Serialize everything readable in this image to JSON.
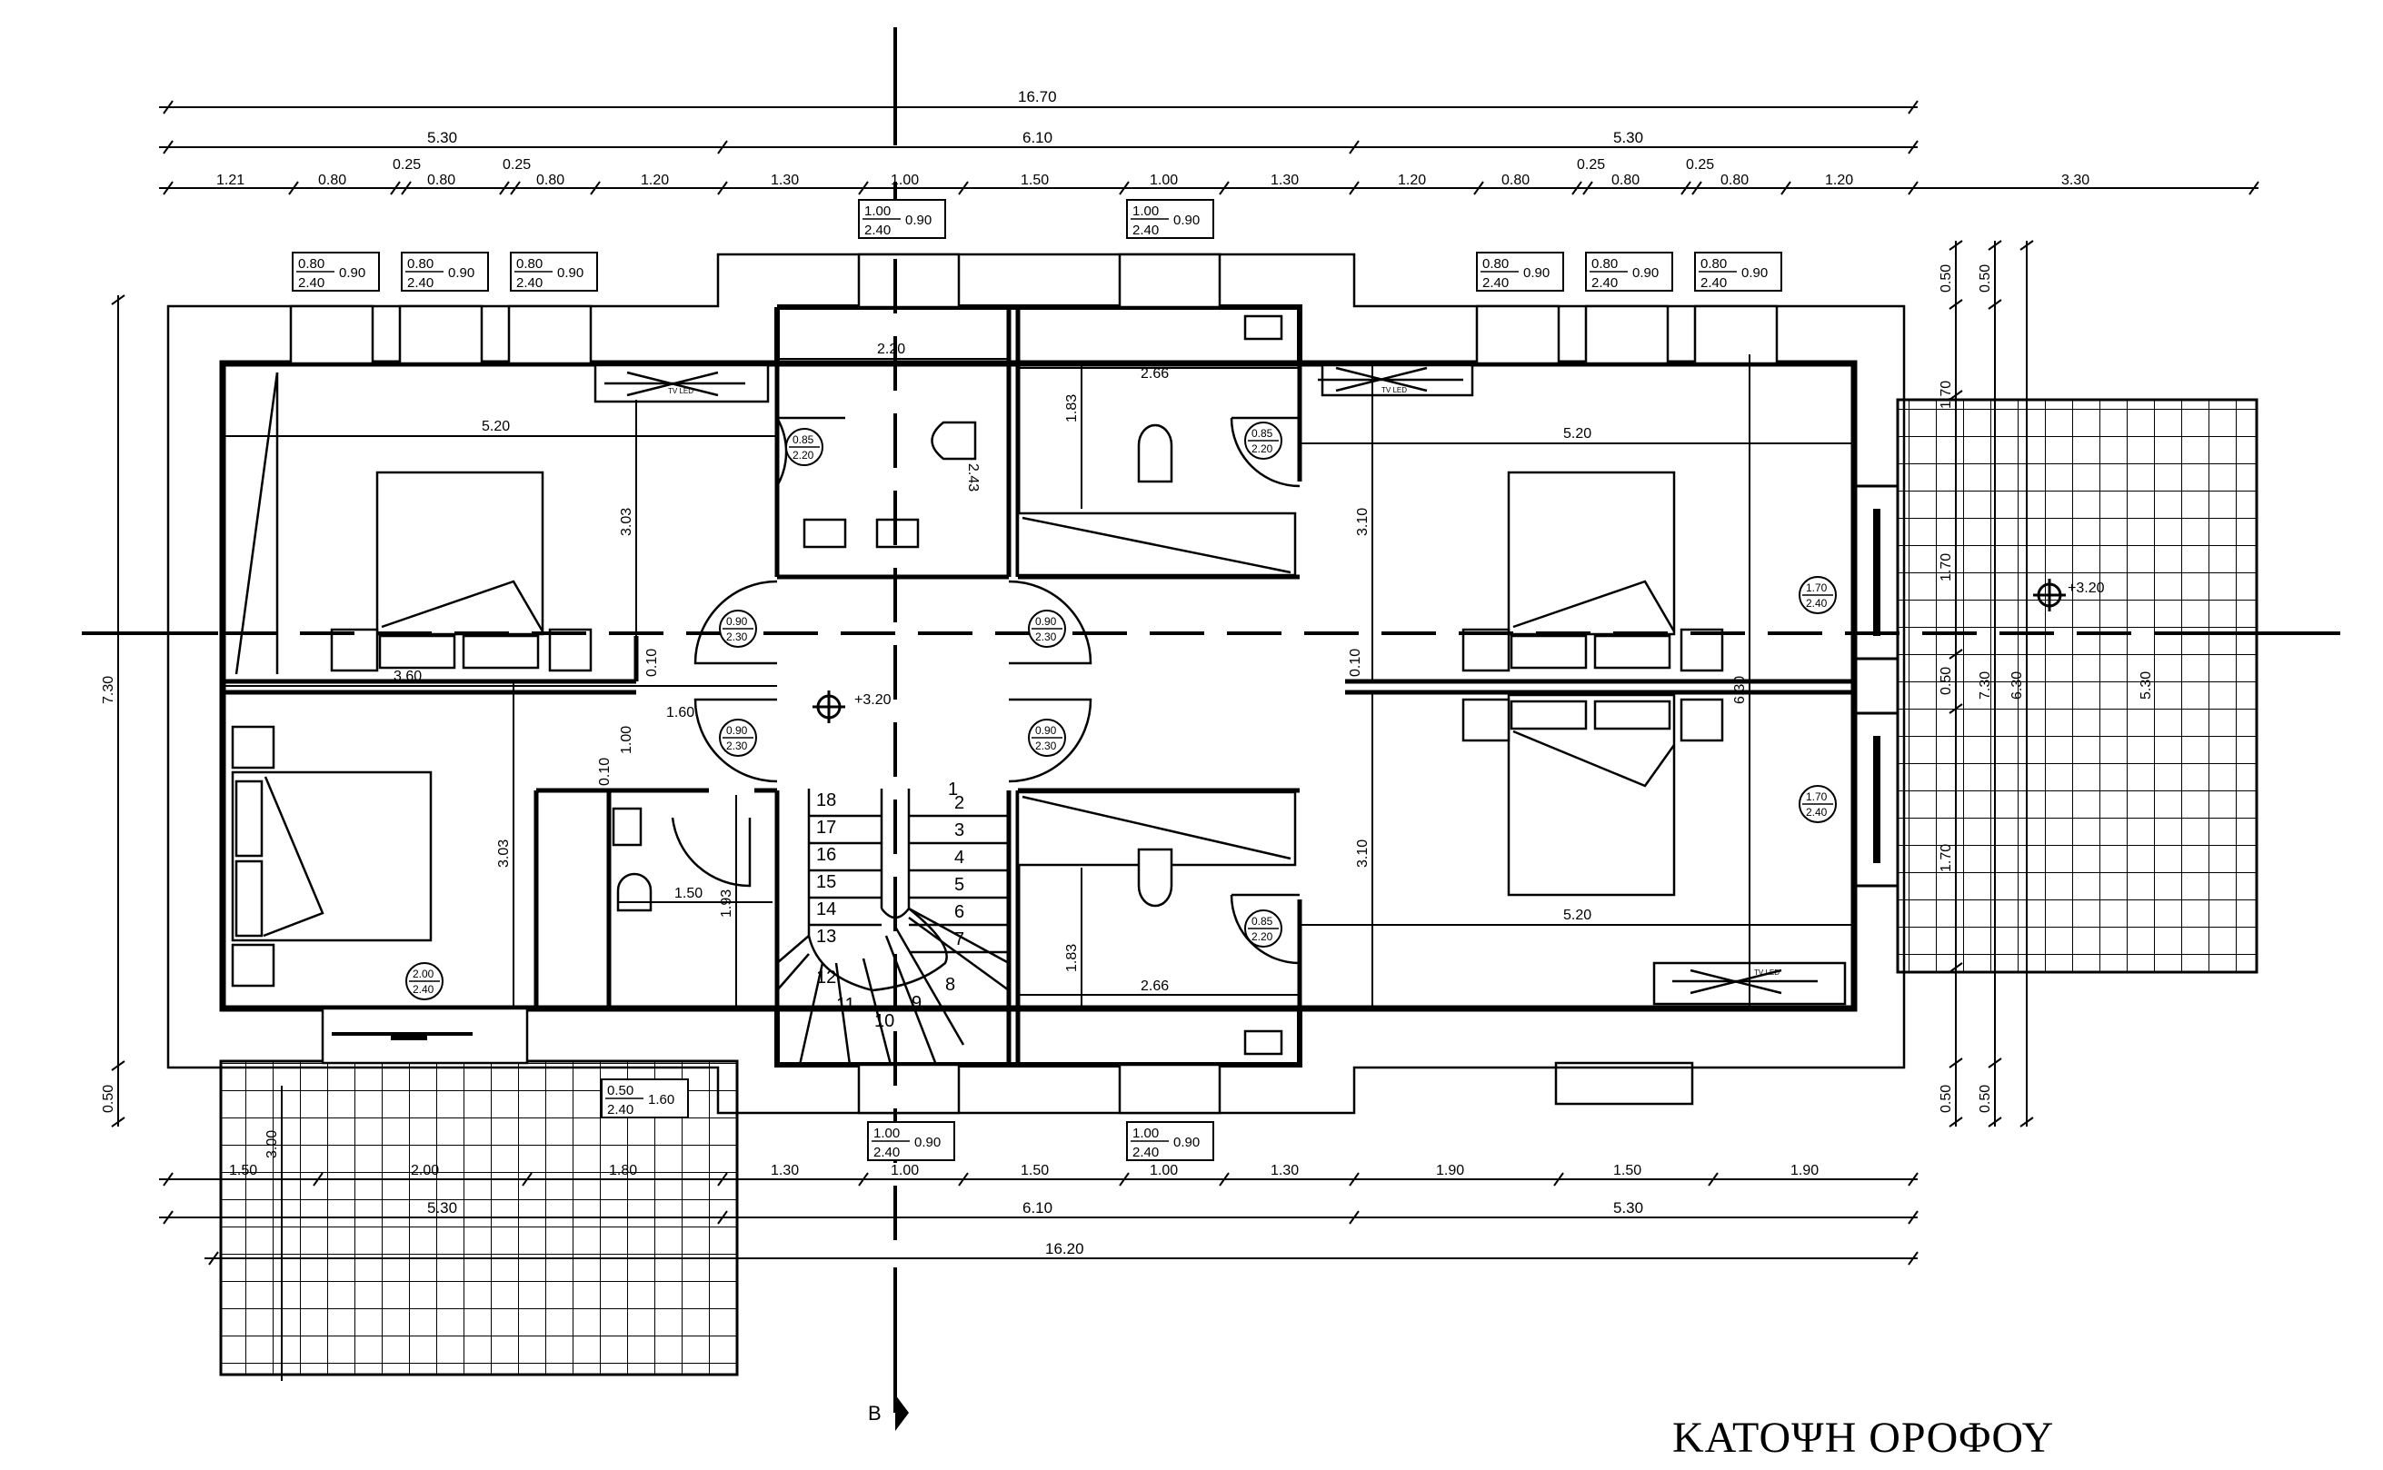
{
  "drawing": {
    "title": "ΚΑΤΟΨΗ ΟΡΟΦΟΥ",
    "section_marker": "B",
    "level_marks": [
      "+3.20",
      "+3.20"
    ],
    "tv_labels": [
      "TV LED",
      "TV LED",
      "TV LED"
    ]
  },
  "dims_top_total": "16.70",
  "dims_top_mid": [
    "5.30",
    "6.10",
    "5.30"
  ],
  "dims_top_detail": [
    "1.21",
    "0.80",
    "0.25",
    "0.80",
    "0.25",
    "0.80",
    "1.20",
    "1.30",
    "1.00",
    "1.50",
    "1.00",
    "1.30",
    "1.20",
    "0.80",
    "0.25",
    "0.80",
    "0.25",
    "0.80",
    "1.20",
    "3.30"
  ],
  "dims_bottom_detail": [
    "1.50",
    "2.00",
    "1.80",
    "1.30",
    "1.00",
    "1.50",
    "1.00",
    "1.30",
    "1.90",
    "1.50",
    "1.90"
  ],
  "dims_bottom_mid": [
    "5.30",
    "6.10",
    "5.30"
  ],
  "dims_bottom_total": "16.20",
  "dims_left": [
    "7.30",
    "0.50",
    "3.00"
  ],
  "dims_right": [
    "0.50",
    "0.50",
    "1.70",
    "1.70",
    "0.50",
    "7.30",
    "6.30",
    "5.30",
    "1.70",
    "0.50",
    "0.50"
  ],
  "rooms": {
    "bedroom_tl_width": "5.20",
    "bedroom_tl_depth": "3.03",
    "bedroom_bl_width": "3.60",
    "bedroom_bl_depth": "3.03",
    "bedroom_tr_width": "5.20",
    "bedroom_tr_depth": "3.10",
    "bedroom_br_width": "5.20",
    "bedroom_br_depth": "3.10",
    "bath_top_width": "2.20",
    "bath_top_depth": "2.43",
    "bath_tr_width": "2.66",
    "bath_tr_depth": "1.83",
    "bath_br_width": "2.66",
    "bath_br_depth": "1.83",
    "wc_width": "1.50",
    "wc_depth": "1.93",
    "hall_width": "1.60",
    "hall_depth": "1.00",
    "wall_a": "0.10",
    "wall_b": "0.10",
    "wall_c": "0.10",
    "stair_width": "6.30"
  },
  "windows": [
    {
      "w": "0.80",
      "h": "2.40",
      "s": "0.90"
    },
    {
      "w": "0.80",
      "h": "2.40",
      "s": "0.90"
    },
    {
      "w": "0.80",
      "h": "2.40",
      "s": "0.90"
    },
    {
      "w": "1.00",
      "h": "2.40",
      "s": "0.90"
    },
    {
      "w": "1.00",
      "h": "2.40",
      "s": "0.90"
    },
    {
      "w": "0.80",
      "h": "2.40",
      "s": "0.90"
    },
    {
      "w": "0.80",
      "h": "2.40",
      "s": "0.90"
    },
    {
      "w": "0.80",
      "h": "2.40",
      "s": "0.90"
    },
    {
      "w": "1.00",
      "h": "2.40",
      "s": "0.90"
    },
    {
      "w": "1.00",
      "h": "2.40",
      "s": "0.90"
    },
    {
      "w": "0.50",
      "h": "2.40",
      "s": "1.60"
    }
  ],
  "doors": [
    {
      "w": "0.85",
      "h": "2.20"
    },
    {
      "w": "0.85",
      "h": "2.20"
    },
    {
      "w": "0.85",
      "h": "2.20"
    },
    {
      "w": "0.90",
      "h": "2.30"
    },
    {
      "w": "0.90",
      "h": "2.30"
    },
    {
      "w": "0.90",
      "h": "2.30"
    },
    {
      "w": "0.90",
      "h": "2.30"
    },
    {
      "w": "1.70",
      "h": "2.40"
    },
    {
      "w": "1.70",
      "h": "2.40"
    },
    {
      "w": "2.00",
      "h": "2.40"
    }
  ],
  "stairs": {
    "left": [
      "18",
      "17",
      "16",
      "15",
      "14",
      "13",
      "12",
      "11"
    ],
    "right": [
      "1",
      "2",
      "3",
      "4",
      "5",
      "6",
      "7",
      "8",
      "9",
      "10"
    ]
  }
}
